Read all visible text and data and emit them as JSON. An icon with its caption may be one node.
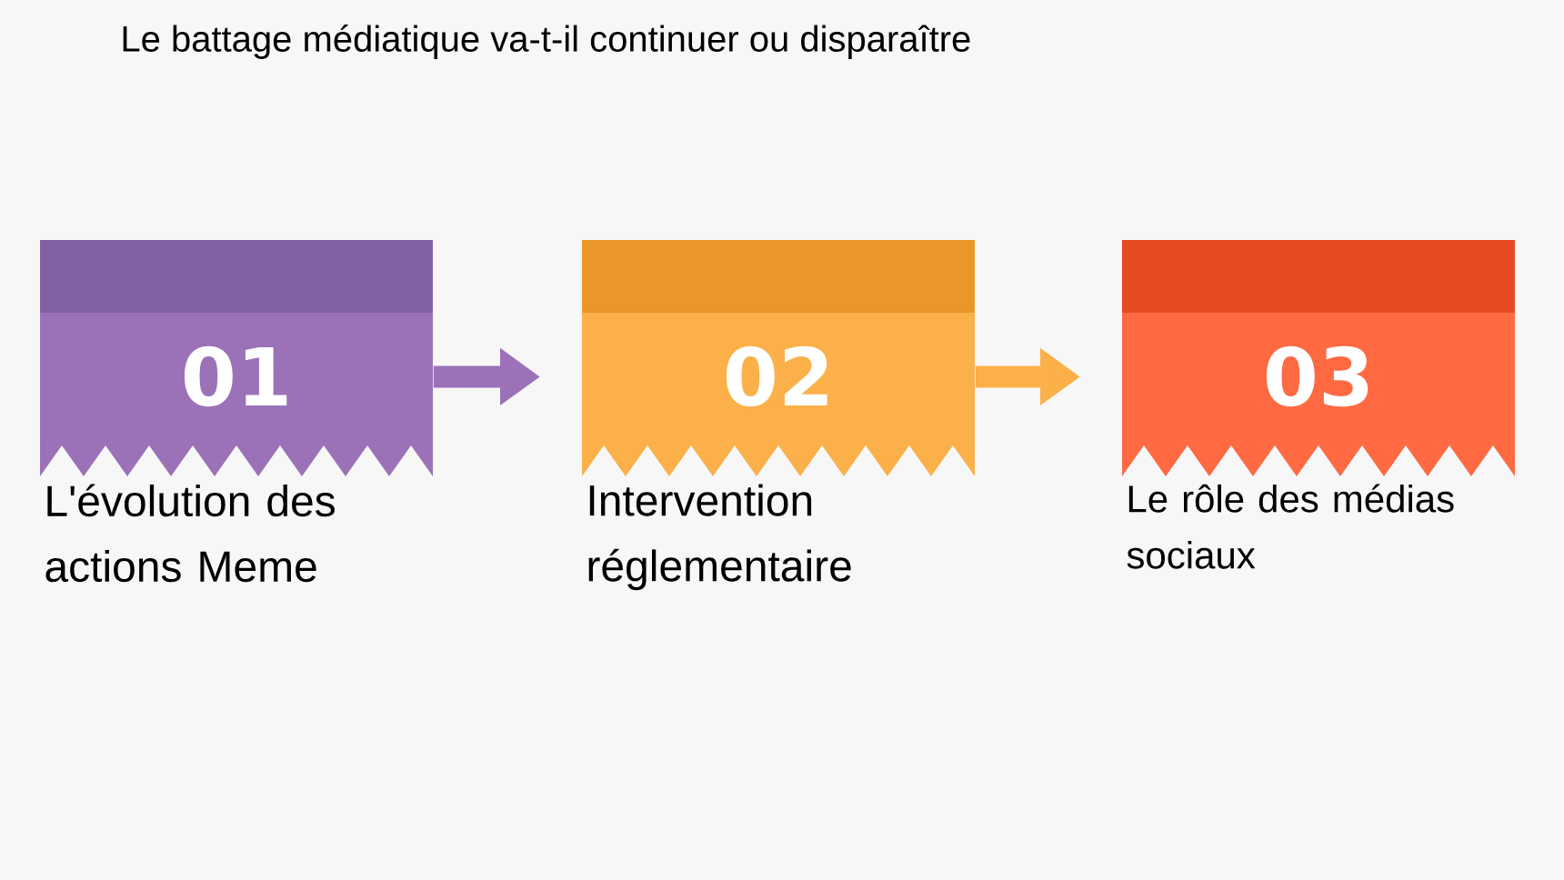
{
  "diagram": {
    "title": "Le battage médiatique va-t-il continuer ou disparaître",
    "nodes": [
      {
        "text": [
          "01",
          "L'évolution des actions Meme"
        ]
      },
      {
        "text": [
          "02",
          "Intervention réglementaire"
        ]
      },
      {
        "text": [
          "03",
          "Le rôle des médias sociaux"
        ]
      }
    ],
    "edges": [
      {
        "from": 0,
        "to": 1,
        "arrow": "to",
        "color": "#9b72b8"
      },
      {
        "from": 1,
        "to": 2,
        "arrow": "to",
        "color": "#fbb04a"
      }
    ]
  }
}
